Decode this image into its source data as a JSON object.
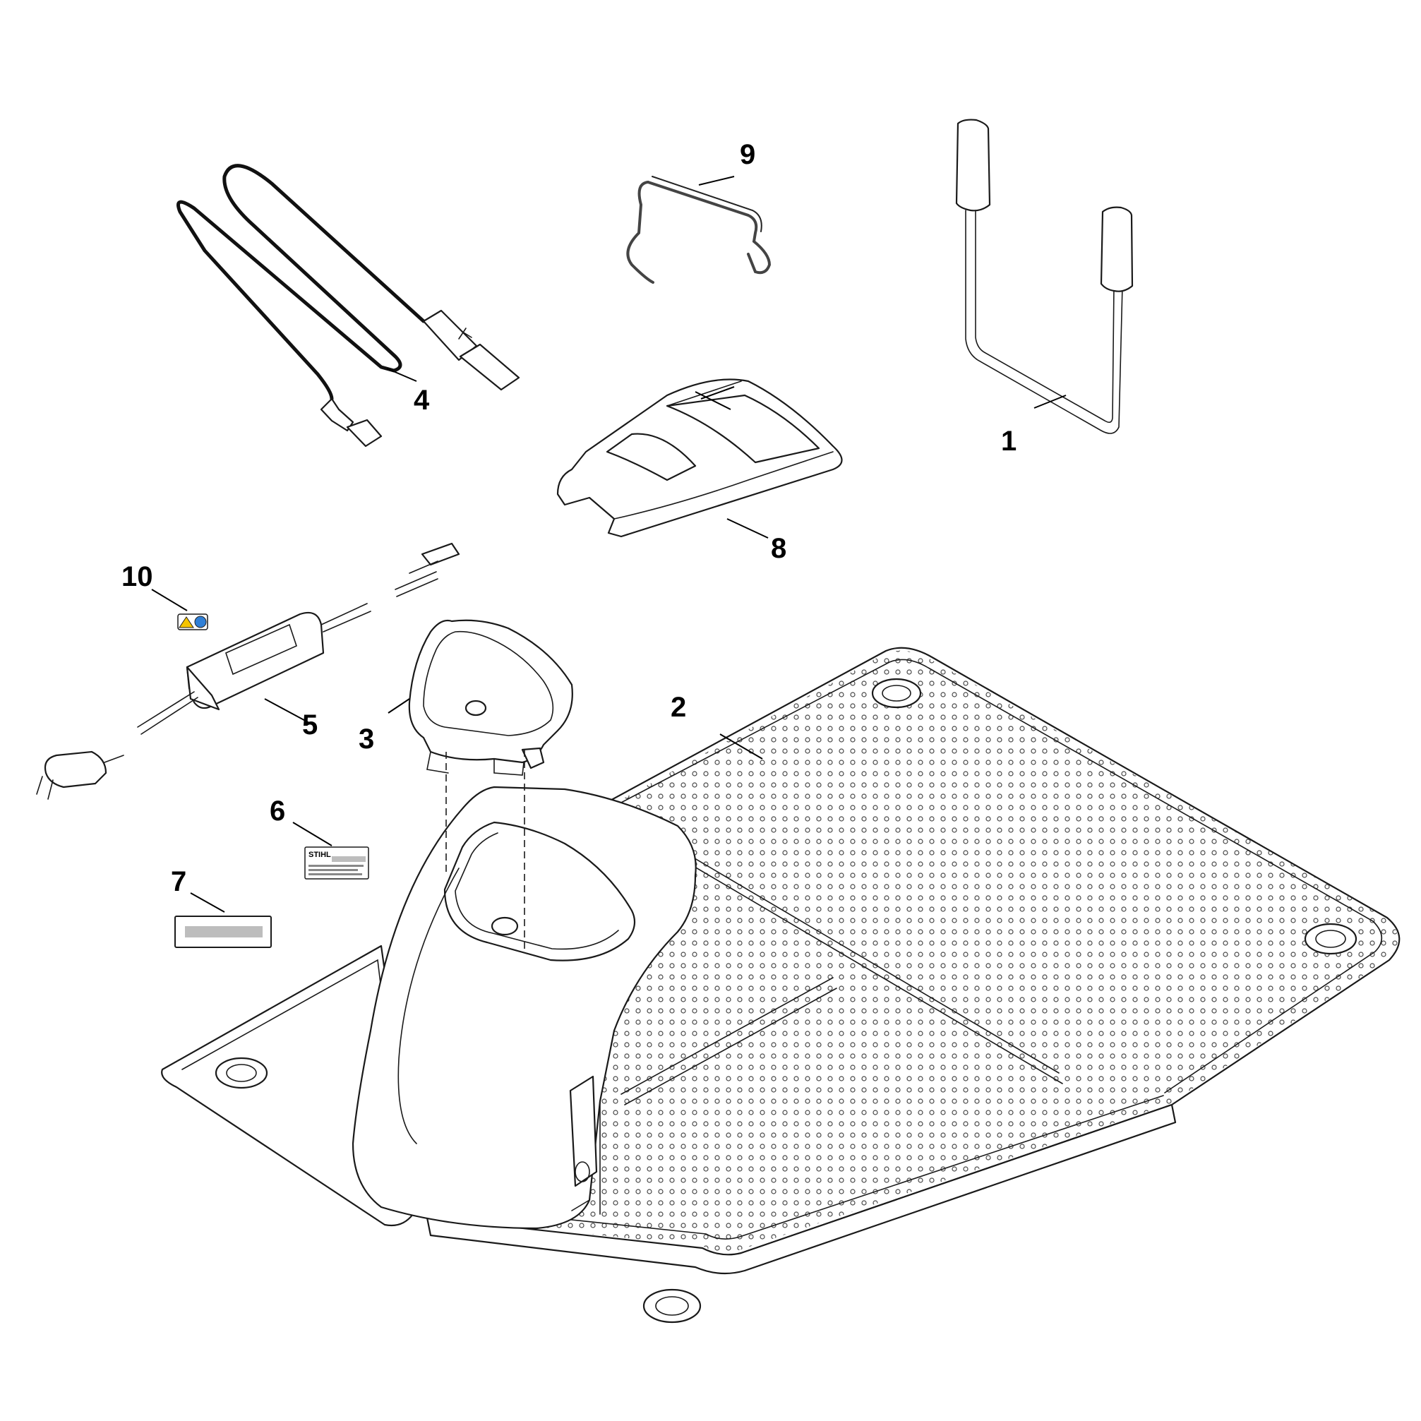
{
  "callouts": {
    "c1": "1",
    "c2": "2",
    "c3": "3",
    "c4": "4",
    "c5": "5",
    "c6": "6",
    "c7": "7",
    "c8": "8",
    "c9": "9",
    "c10": "10"
  },
  "rating_label": {
    "brand": "STIHL"
  },
  "colors": {
    "line": "#1a1a1a",
    "warning_yellow": "#f5c400",
    "info_blue": "#2f7fd6",
    "label_gray": "#bdbdbd"
  }
}
